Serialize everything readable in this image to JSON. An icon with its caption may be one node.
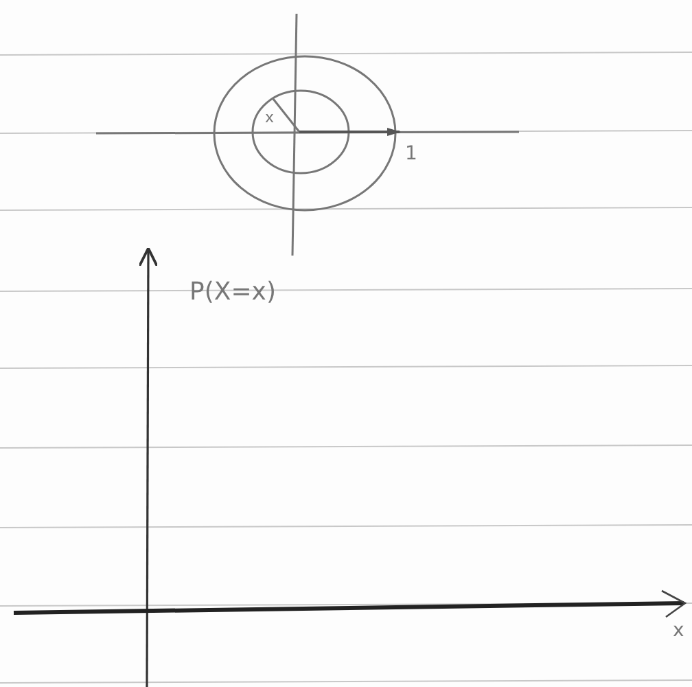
{
  "diagram": {
    "labels": [
      "x",
      "1",
      "P(X=x)",
      "x"
    ]
  }
}
